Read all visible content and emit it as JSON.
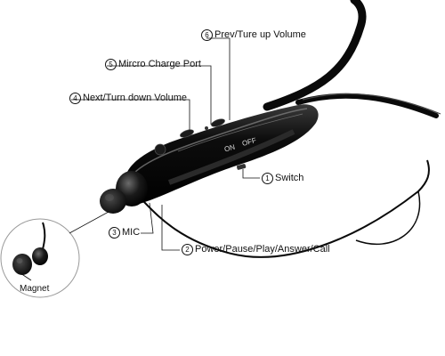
{
  "callouts": {
    "prev": {
      "number": "6",
      "text": "Prev/Ture up Volume"
    },
    "charge": {
      "number": "5",
      "text": "Mircro Charge Port"
    },
    "next": {
      "number": "4",
      "text": "Next/Turn down Volume"
    },
    "switch": {
      "number": "1",
      "text": "Switch"
    },
    "mic": {
      "number": "3",
      "text": "MIC"
    },
    "power": {
      "number": "2",
      "text": "Power/Pause/Play/Answer/Call"
    }
  },
  "device_markings": {
    "on": "ON",
    "off": "OFF"
  },
  "inset": {
    "magnet_label": "Magnet"
  },
  "colors": {
    "device_body": "#0b0b0b",
    "highlight": "#5a5a5a",
    "background": "#ffffff",
    "line": "#111111"
  }
}
